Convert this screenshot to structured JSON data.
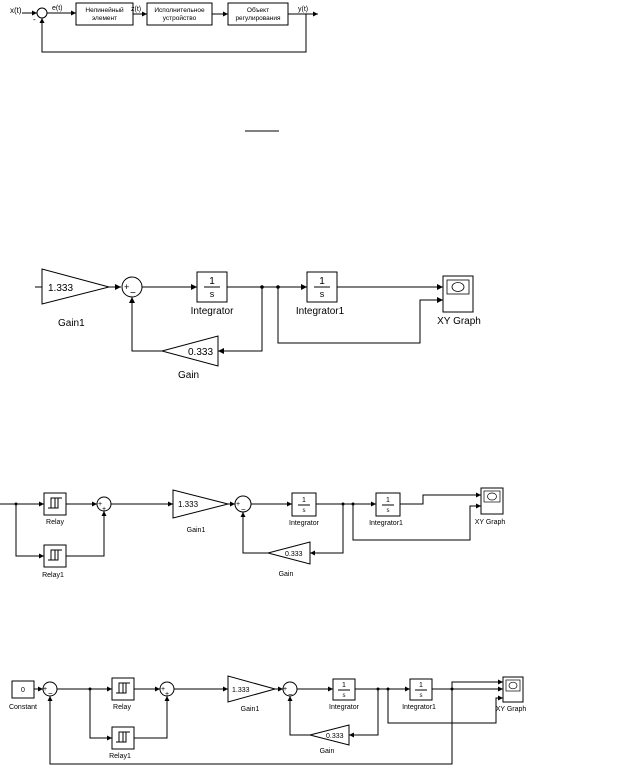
{
  "fig1": {
    "input_label": "x(t)",
    "error_label": "e(t)",
    "control_label": "z(t)",
    "output_label": "y(t)",
    "block1_line1": "Нелинейный",
    "block1_line2": "элемент",
    "block2_line1": "Исполнительное",
    "block2_line2": "устройство",
    "block3_line1": "Объект",
    "block3_line2": "регулирования",
    "minus": "-"
  },
  "diagram2": {
    "gain1_value": "1.333",
    "gain1_name": "Gain1",
    "integrator_num": "1",
    "integrator_den": "s",
    "integrator_name": "Integrator",
    "integrator1_num": "1",
    "integrator1_den": "s",
    "integrator1_name": "Integrator1",
    "xy_name": "XY Graph",
    "gain_value": "0.333",
    "gain_name": "Gain",
    "sum_plus": "+",
    "sum_minus": "−"
  },
  "diagram3": {
    "relay_name": "Relay",
    "relay1_name": "Relay1",
    "gain1_value": "1.333",
    "gain1_name": "Gain1",
    "integrator_num": "1",
    "integrator_den": "s",
    "integrator_name": "Integrator",
    "integrator1_num": "1",
    "integrator1_den": "s",
    "integrator1_name": "Integrator1",
    "xy_name": "XY Graph",
    "gain_value": "0.333",
    "gain_name": "Gain",
    "plus": "+",
    "minus": "−"
  },
  "diagram4": {
    "constant_value": "0",
    "constant_name": "Constant",
    "relay_name": "Relay",
    "relay1_name": "Relay1",
    "gain1_value": "1.333",
    "gain1_name": "Gain1",
    "integrator_num": "1",
    "integrator_den": "s",
    "integrator_name": "Integrator",
    "integrator1_num": "1",
    "integrator1_den": "s",
    "integrator1_name": "Integrator1",
    "xy_name": "XY Graph",
    "gain_value": "0.333",
    "gain_name": "Gain",
    "plus": "+",
    "minus": "−"
  }
}
